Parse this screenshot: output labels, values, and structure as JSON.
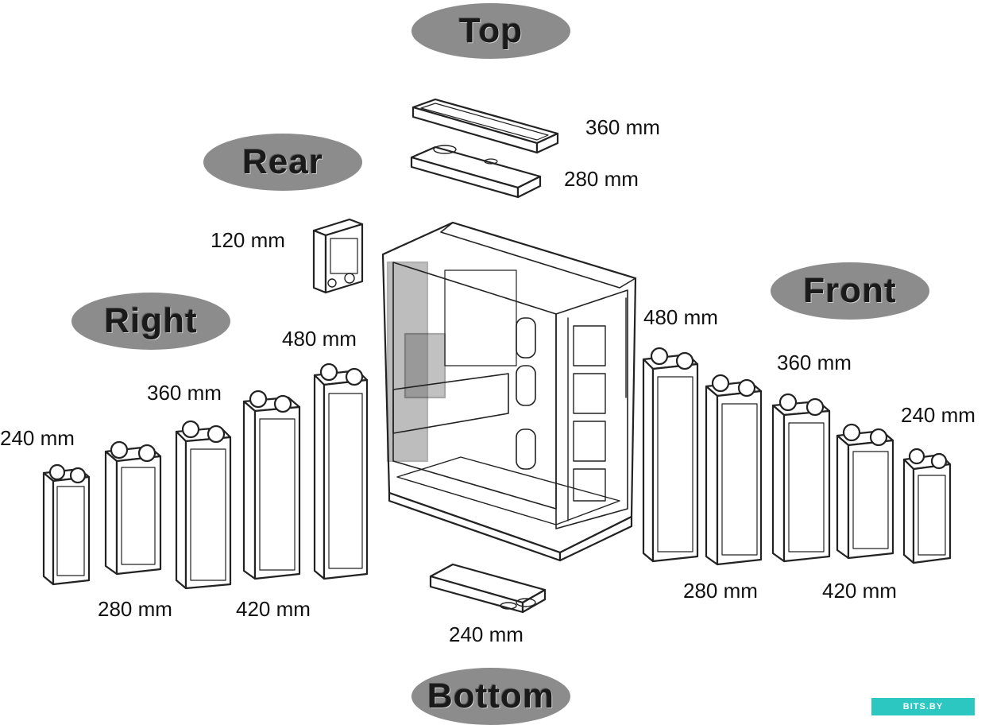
{
  "zones": {
    "top": "Top",
    "rear": "Rear",
    "right": "Right",
    "front": "Front",
    "bottom": "Bottom"
  },
  "sizes": {
    "top_360": "360 mm",
    "top_280": "280 mm",
    "rear_120": "120 mm",
    "right_240": "240 mm",
    "right_280": "280 mm",
    "right_360": "360 mm",
    "right_420": "420 mm",
    "right_480": "480 mm",
    "front_480": "480 mm",
    "front_360": "360 mm",
    "front_240": "240 mm",
    "front_280": "280 mm",
    "front_420": "420 mm",
    "bottom_240": "240 mm"
  },
  "watermark": "BITS.BY",
  "colors": {
    "pill": "#8c8c8c",
    "line": "#222222",
    "watermark": "#2cc7c0"
  }
}
